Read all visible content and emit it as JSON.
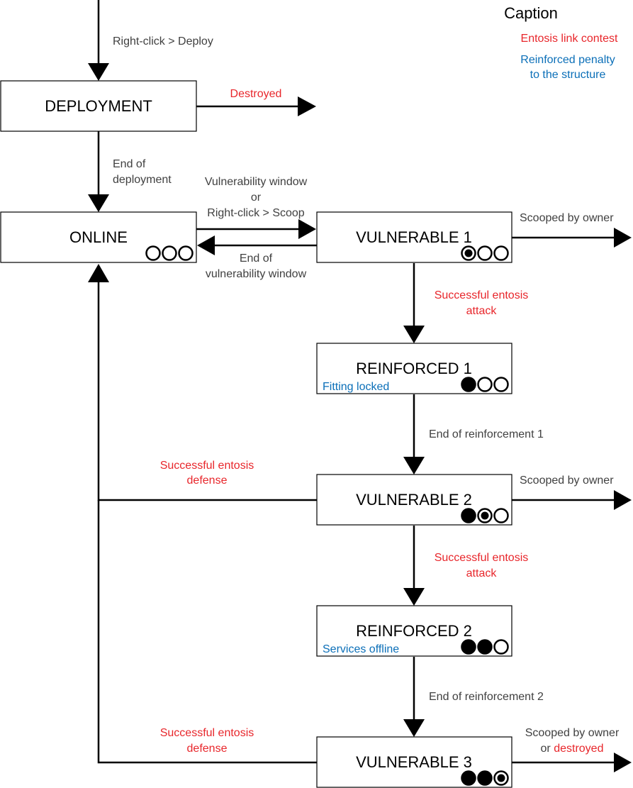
{
  "caption": {
    "title": "Caption",
    "entosis": "Entosis link contest",
    "penalty_line1": "Reinforced penalty",
    "penalty_line2": "to the structure",
    "colors": {
      "entosis": "#e8262b",
      "penalty": "#0b6fb8",
      "neutral": "#404040"
    }
  },
  "nodes": {
    "deployment": {
      "title": "DEPLOYMENT",
      "circles": []
    },
    "online": {
      "title": "ONLINE",
      "circles": [
        "empty",
        "empty",
        "empty"
      ]
    },
    "vulnerable1": {
      "title": "VULNERABLE 1",
      "circles": [
        "target",
        "empty",
        "empty"
      ]
    },
    "reinforced1": {
      "title": "REINFORCED 1",
      "subtitle": "Fitting locked",
      "circles": [
        "filled",
        "empty",
        "empty"
      ]
    },
    "vulnerable2": {
      "title": "VULNERABLE 2",
      "circles": [
        "filled",
        "target",
        "empty"
      ]
    },
    "reinforced2": {
      "title": "REINFORCED 2",
      "subtitle": "Services offline",
      "circles": [
        "filled",
        "filled",
        "empty"
      ]
    },
    "vulnerable3": {
      "title": "VULNERABLE 3",
      "circles": [
        "filled",
        "filled",
        "target"
      ]
    }
  },
  "edges": {
    "deploy": "Right-click > Deploy",
    "destroyed": "Destroyed",
    "end_deploy_1": "End of",
    "end_deploy_2": "deployment",
    "vuln_window_1": "Vulnerability window",
    "vuln_window_2": "or",
    "vuln_window_3": "Right-click > Scoop",
    "end_vuln_1": "End of",
    "end_vuln_2": "vulnerability window",
    "scooped1": "Scooped by owner",
    "attack1_1": "Successful entosis",
    "attack1_2": "attack",
    "end_reinf1": "End of reinforcement 1",
    "defense1_1": "Successful entosis",
    "defense1_2": "defense",
    "scooped2": "Scooped by owner",
    "attack2_1": "Successful entosis",
    "attack2_2": "attack",
    "end_reinf2": "End of reinforcement 2",
    "defense2_1": "Successful entosis",
    "defense2_2": "defense",
    "scooped3_1": "Scooped by owner",
    "scooped3_2a": "or ",
    "scooped3_2b": "destroyed"
  }
}
